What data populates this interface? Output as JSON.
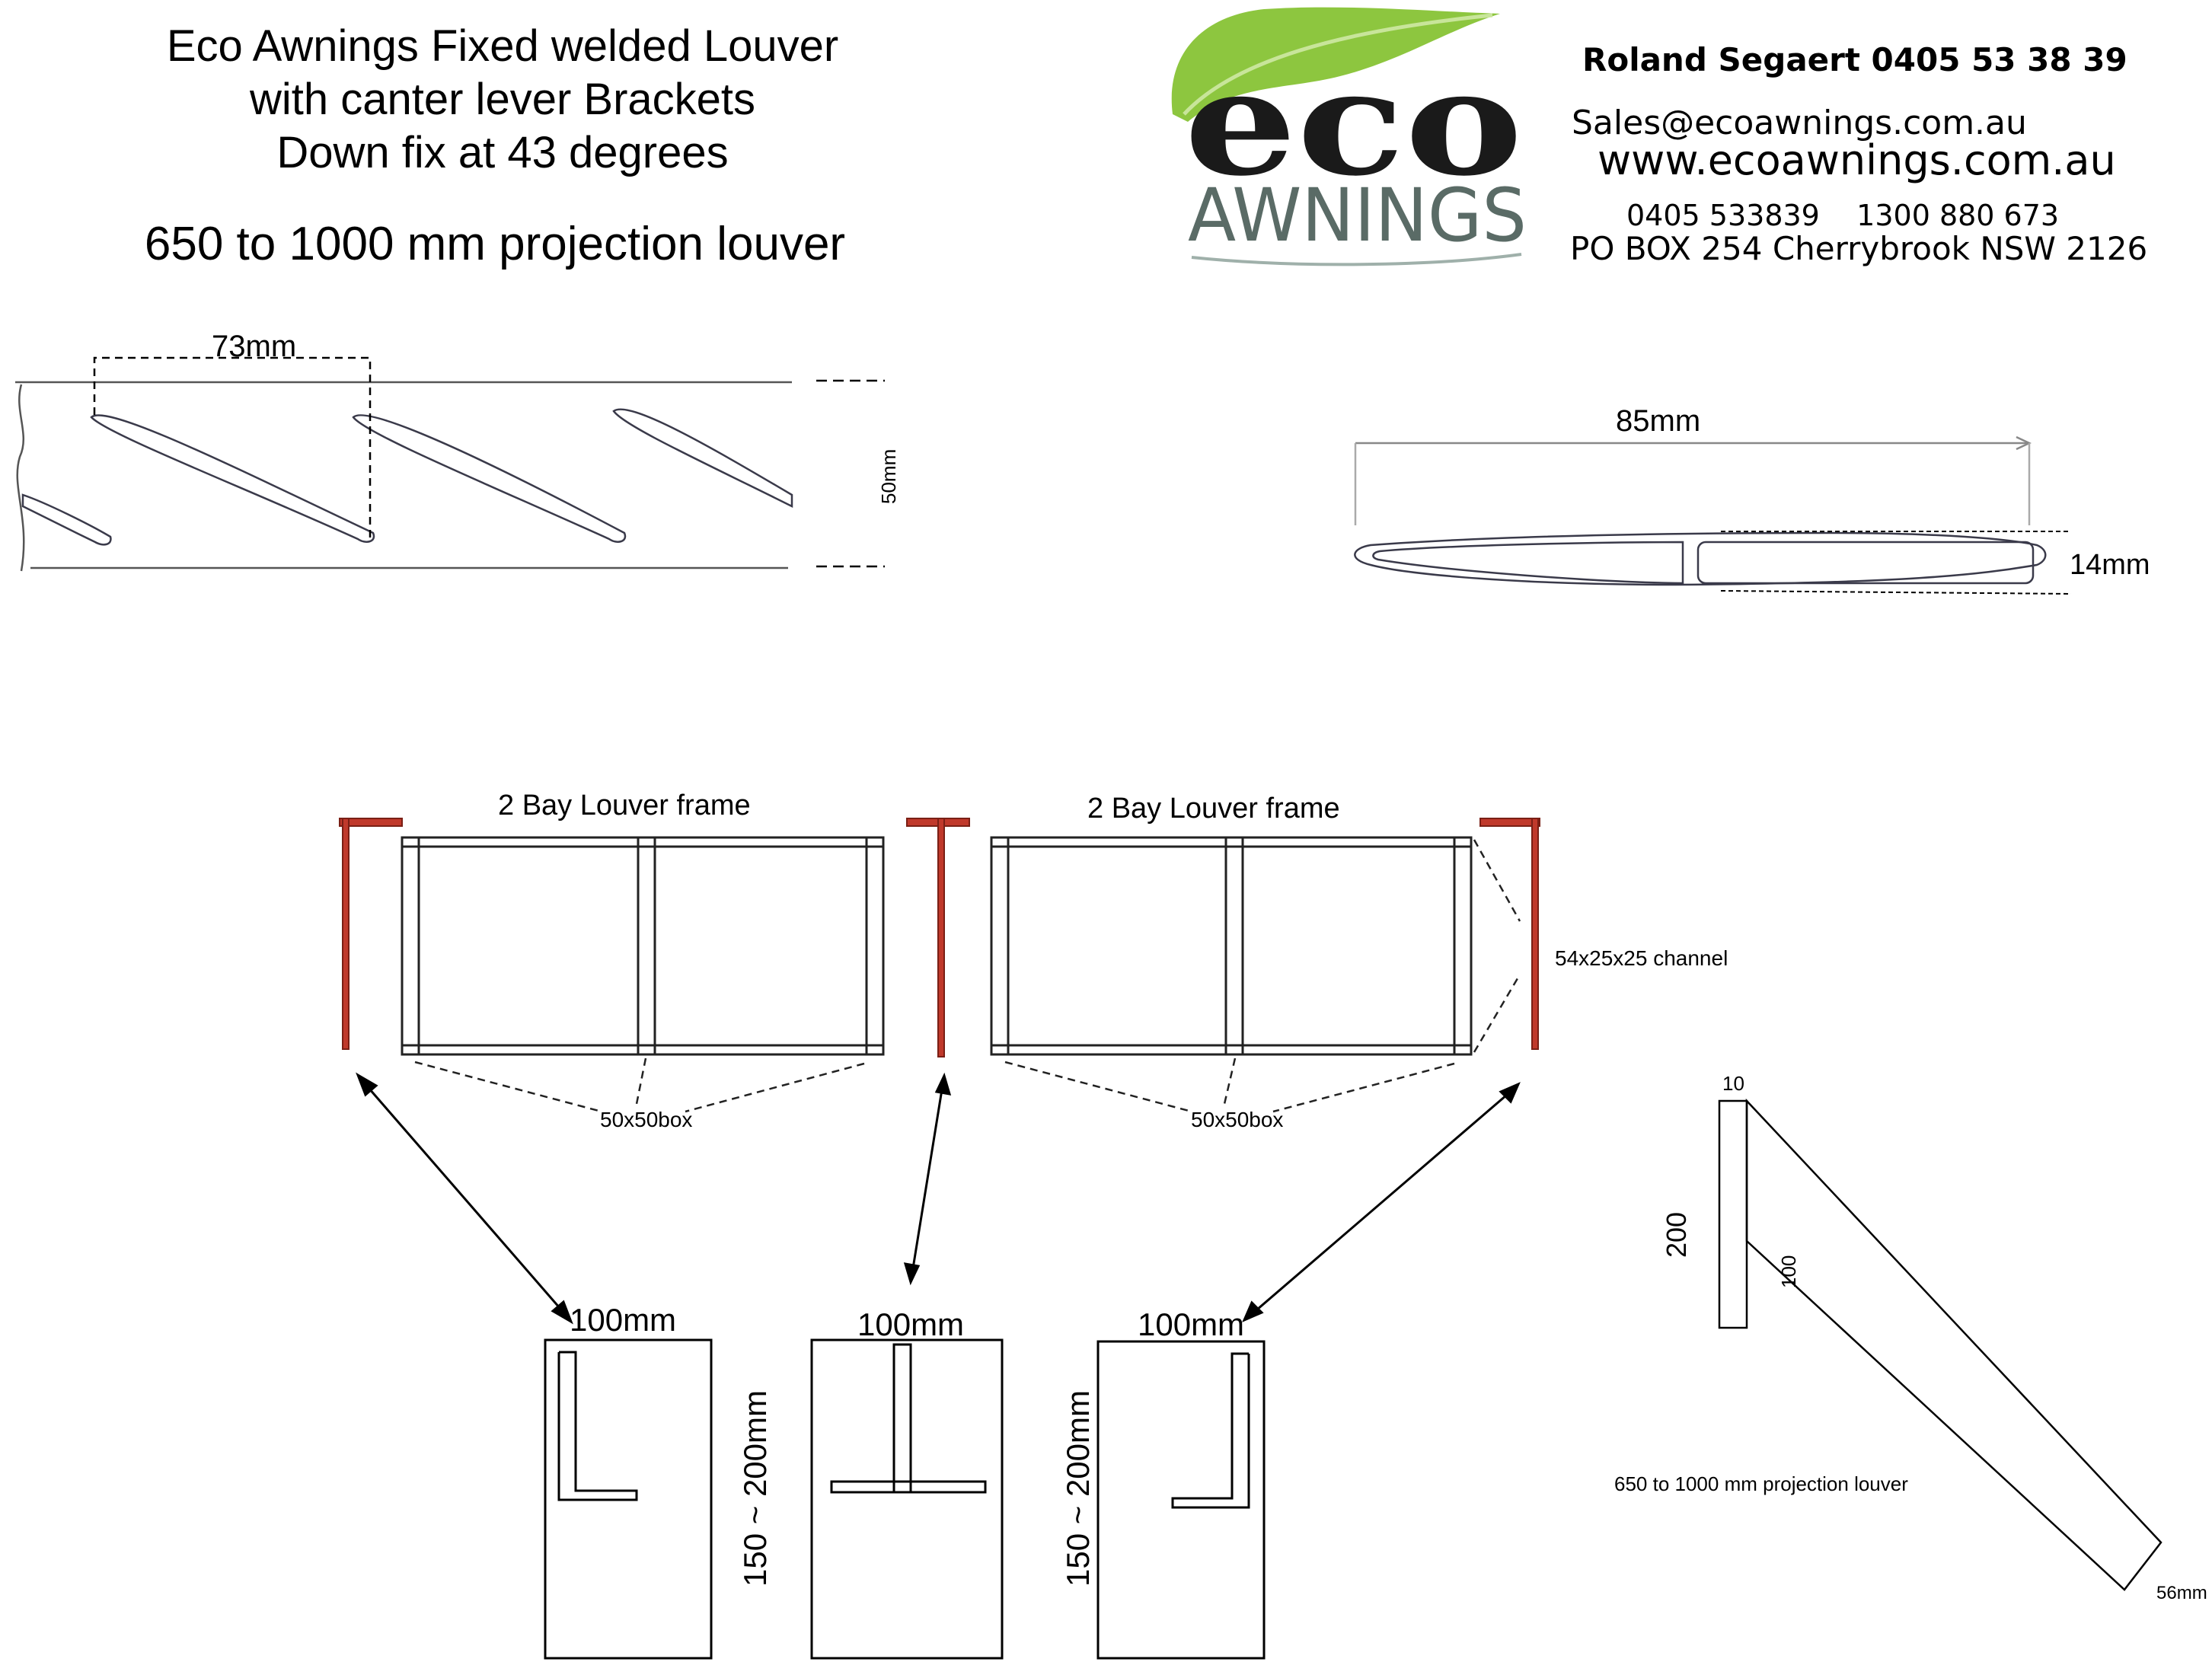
{
  "title": {
    "line1": "Eco Awnings Fixed welded Louver",
    "line2": "with canter lever Brackets",
    "line3": "Down fix  at 43 degrees",
    "line4": "650 to 1000 mm projection louver"
  },
  "logo": {
    "word_top": "eco",
    "word_bottom": "AWNINGS",
    "leaf_color": "#8dc63f",
    "text_color": "#1a1a1a",
    "awnings_color": "#5a6b66"
  },
  "contact": {
    "name": "Roland Segaert 0405 53 38 39",
    "email": "Sales@ecoawnings.com.au",
    "website": "www.ecoawnings.com.au",
    "phones": "0405 533839    1300 880 673",
    "address": "PO BOX 254 Cherrybrook NSW 2126"
  },
  "louver_section": {
    "spacing_label": "73mm",
    "height_label": "50mm"
  },
  "blade_profile": {
    "width_label": "85mm",
    "thickness_label": "14mm"
  },
  "frames": {
    "label_left": "2 Bay Louver frame",
    "label_right": "2 Bay Louver frame",
    "box_label_left": "50x50box",
    "box_label_right": "50x50box",
    "channel_label": "54x25x25 channel",
    "channel_color": "#c0392b"
  },
  "brackets": {
    "width_left": "100mm",
    "width_mid": "100mm",
    "width_right": "100mm",
    "height_left": "150 ~ 200mm",
    "height_right": "150 ~ 200mm"
  },
  "side_bracket": {
    "top_label": "10",
    "height_label": "200",
    "arm_label": "100",
    "note": "650 to 1000 mm projection louver",
    "end_label": "56mm"
  }
}
